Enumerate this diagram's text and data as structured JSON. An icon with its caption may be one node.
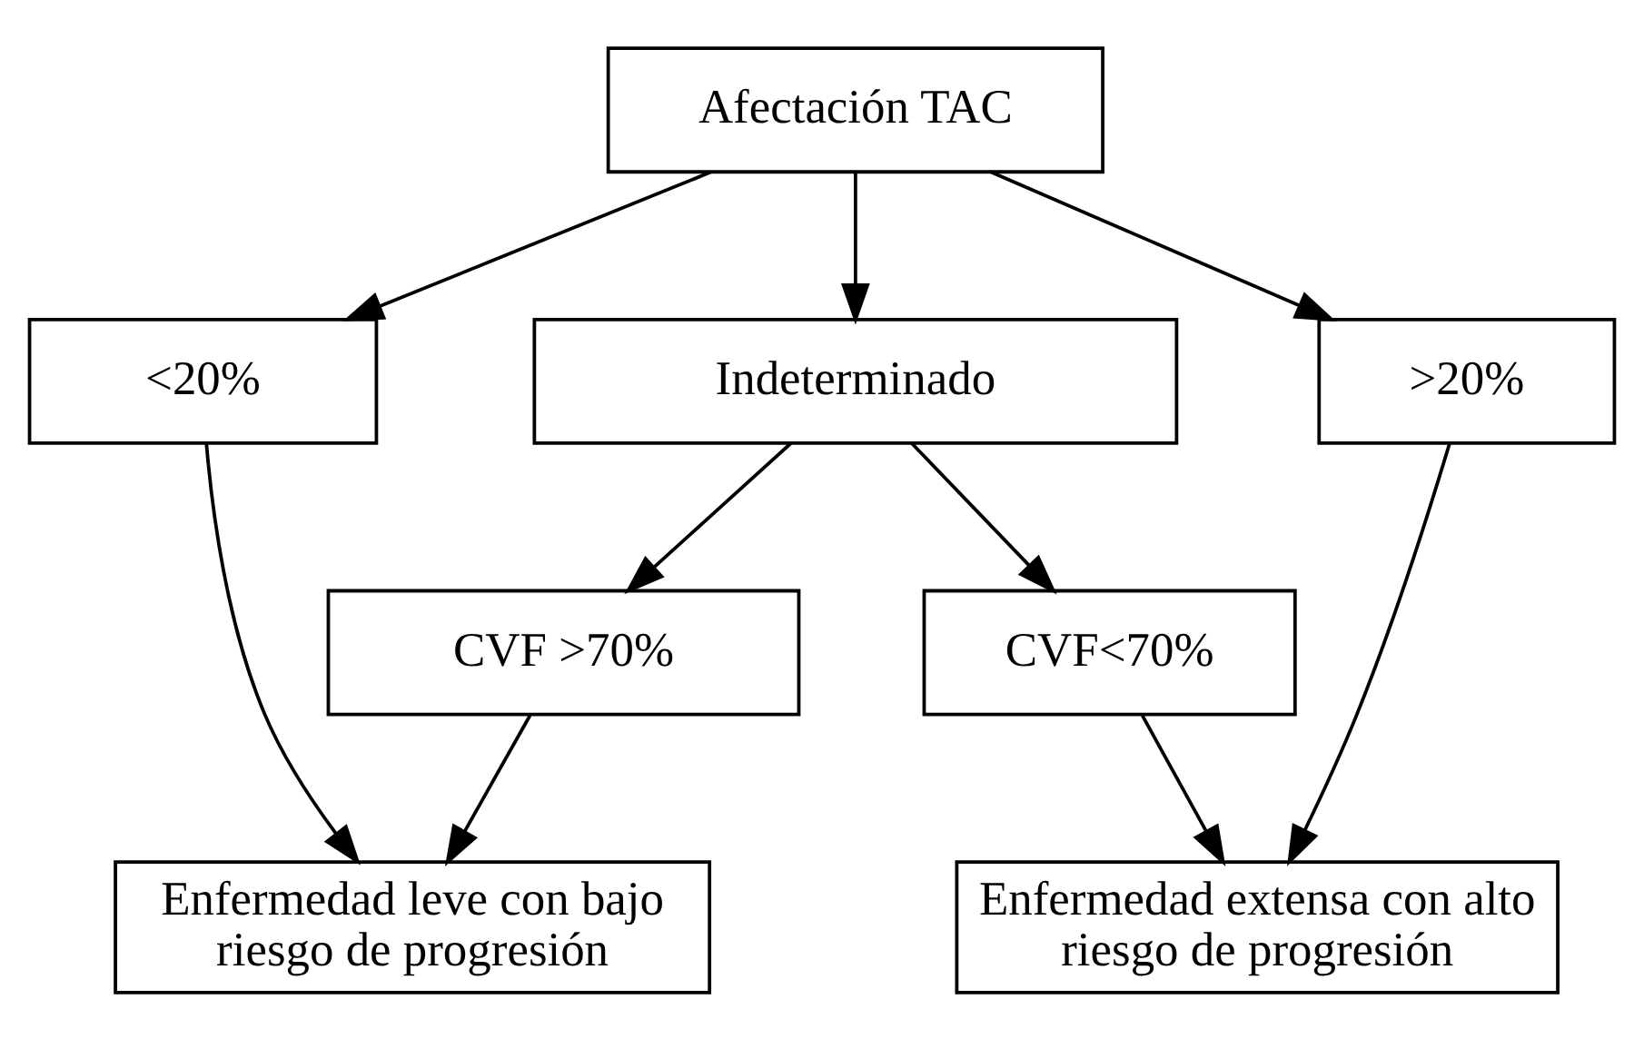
{
  "diagram": {
    "nodes": [
      {
        "text": [
          "Afectación TAC"
        ]
      },
      {
        "text": [
          "<20%"
        ]
      },
      {
        "text": [
          "Indeterminado"
        ]
      },
      {
        "text": [
          ">20%"
        ]
      },
      {
        "text": [
          "CVF >70%"
        ]
      },
      {
        "text": [
          "CVF<70%"
        ]
      },
      {
        "text": [
          "Enfermedad leve con bajo riesgo de progresión"
        ]
      },
      {
        "text": [
          "Enfermedad extensa con alto riesgo de progresión"
        ]
      }
    ],
    "edges": [
      {
        "from": 0,
        "to": 1,
        "arrow": "to"
      },
      {
        "from": 0,
        "to": 2,
        "arrow": "to"
      },
      {
        "from": 0,
        "to": 3,
        "arrow": "to"
      },
      {
        "from": 2,
        "to": 4,
        "arrow": "to"
      },
      {
        "from": 2,
        "to": 5,
        "arrow": "to"
      },
      {
        "from": 1,
        "to": 6,
        "arrow": "to"
      },
      {
        "from": 4,
        "to": 6,
        "arrow": "to"
      },
      {
        "from": 5,
        "to": 7,
        "arrow": "to"
      },
      {
        "from": 3,
        "to": 7,
        "arrow": "to"
      }
    ]
  }
}
